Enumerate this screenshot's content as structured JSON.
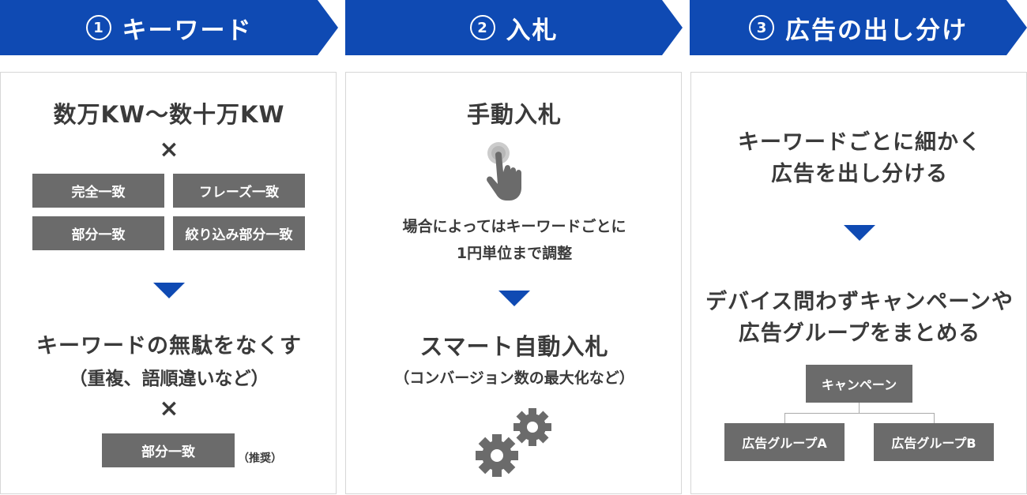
{
  "headers": [
    {
      "num": "1",
      "label": "キーワード"
    },
    {
      "num": "2",
      "label": "入札"
    },
    {
      "num": "3",
      "label": "広告の出し分け"
    }
  ],
  "panel1": {
    "title": "数万KW〜数十万KW",
    "times": "×",
    "match_types": [
      "完全一致",
      "フレーズ一致",
      "部分一致",
      "絞り込み部分一致"
    ],
    "result_title": "キーワードの無駄をなくす",
    "result_sub": "（重複、語順違いなど）",
    "times2": "×",
    "recommend_box": "部分一致",
    "recommend_note": "（推奨）"
  },
  "panel2": {
    "manual_title": "手動入札",
    "manual_desc_line1": "場合によってはキーワードごとに",
    "manual_desc_line2": "1円単位まで調整",
    "smart_title": "スマート自動入札",
    "smart_sub": "（コンバージョン数の最大化など）"
  },
  "panel3": {
    "title_line1": "キーワードごとに細かく",
    "title_line2": "広告を出し分ける",
    "desc_line1": "デバイス問わずキャンペーンや",
    "desc_line2": "広告グループをまとめる",
    "campaign": "キャンペーン",
    "group_a": "広告グループA",
    "group_b": "広告グループB"
  },
  "colors": {
    "accent": "#0f4ab3",
    "box": "#6b6b6b",
    "text": "#3a3a3a"
  }
}
